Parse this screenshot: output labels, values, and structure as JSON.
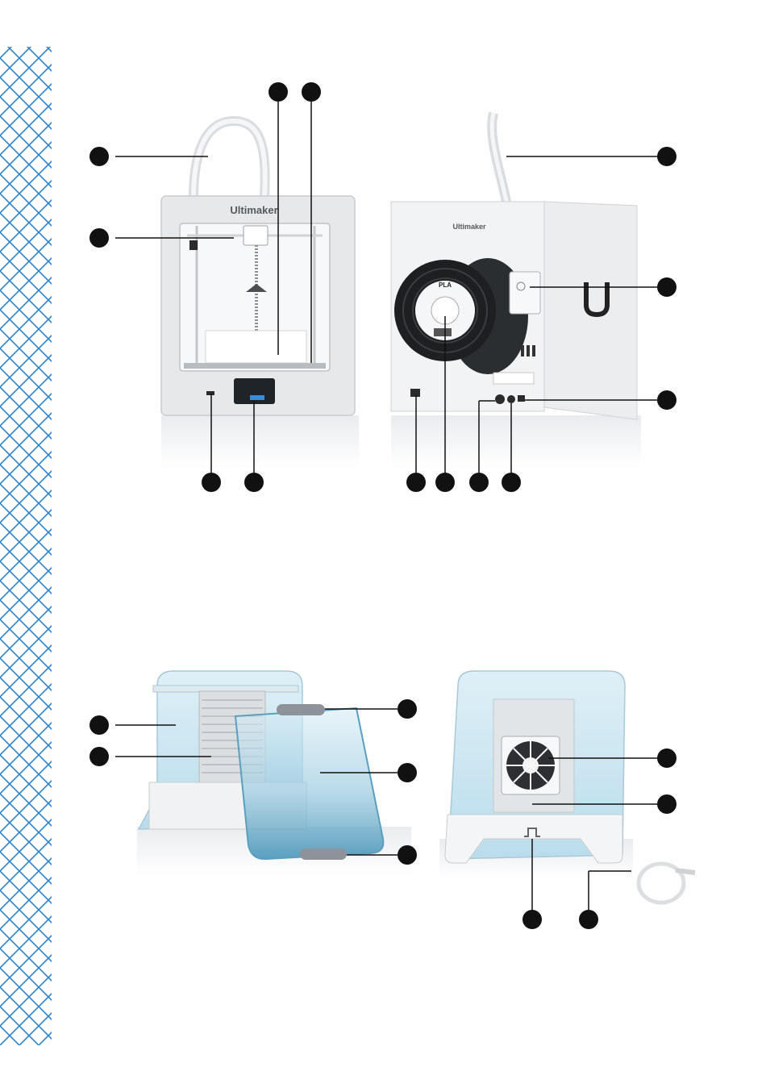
{
  "page": {
    "background": "#ffffff",
    "pattern_color": "#2a86c8",
    "callout_color": "#111111",
    "leader_color": "#111111"
  },
  "printer_front": {
    "brand": "Ultimaker"
  },
  "printer_back": {
    "brand": "Ultimaker",
    "spool_label": "PLA"
  },
  "enclosure": {
    "glass_tint": "#a9d3e6",
    "door_tint": "#3f8fb4"
  },
  "icons": [
    "diagonal-grid-pattern",
    "callout-dot",
    "fan-icon",
    "cable-icon"
  ]
}
